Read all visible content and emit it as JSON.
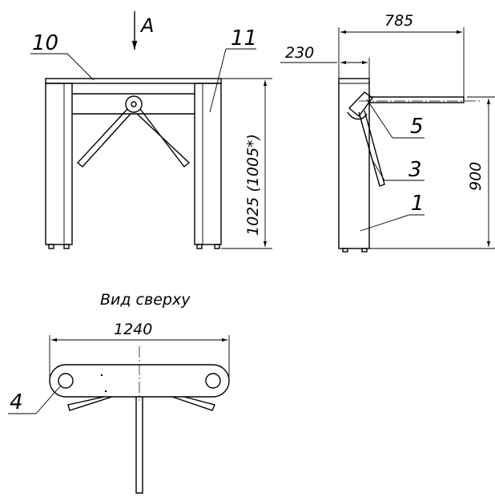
{
  "view_arrow_label": "A",
  "callouts": {
    "c10": "10",
    "c11": "11",
    "c5": "5",
    "c3": "3",
    "c1": "1",
    "c4": "4"
  },
  "dimensions": {
    "height_main": "1025 (1005*)",
    "depth_total": "785",
    "offset": "230",
    "height_side": "900",
    "width_top": "1240"
  },
  "top_view_caption": "Вид сверху"
}
